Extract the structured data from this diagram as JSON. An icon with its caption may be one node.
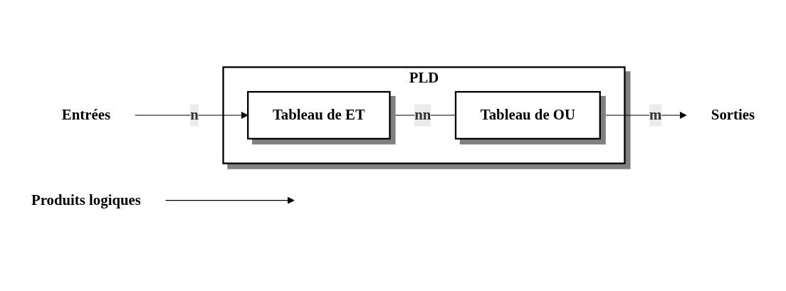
{
  "diagram": {
    "nodes": [
      {
        "text": [
          "PLD"
        ]
      },
      {
        "text": [
          "Entrées"
        ]
      },
      {
        "text": [
          "Tableau de ET"
        ],
        "in": 0
      },
      {
        "text": [
          "Tableau de OU"
        ],
        "in": 0
      },
      {
        "text": [
          "Sorties"
        ]
      },
      {
        "text": [
          "Produits logiques"
        ]
      }
    ],
    "edges": [
      {
        "from": 1,
        "to": 2,
        "arrow": "to",
        "label": "n"
      },
      {
        "from": 2,
        "to": 3,
        "arrow": "none",
        "label": "nn"
      },
      {
        "from": 3,
        "to": 4,
        "arrow": "to",
        "label": "m"
      },
      {
        "from": 5,
        "to": null,
        "arrow": "to"
      }
    ]
  }
}
